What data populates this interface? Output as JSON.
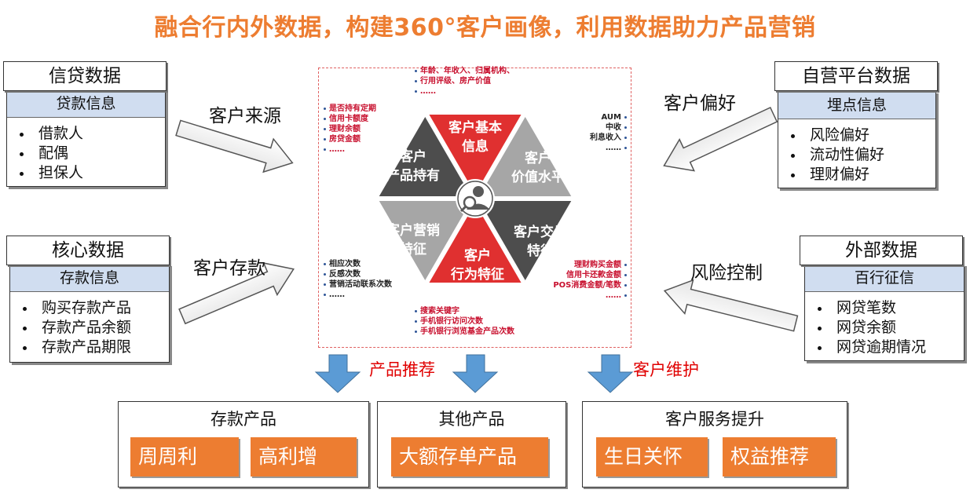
{
  "title": "融合行内外数据，构建360°客户画像，利用数据助力产品营销",
  "sources": {
    "credit": {
      "head": "信贷数据",
      "sub": "贷款信息",
      "items": [
        "借款人",
        "配偶",
        "担保人"
      ]
    },
    "core": {
      "head": "核心数据",
      "sub": "存款信息",
      "items": [
        "购买存款产品",
        "存款产品余额",
        "存款产品期限"
      ]
    },
    "platform": {
      "head": "自营平台数据",
      "sub": "埋点信息",
      "items": [
        "风险偏好",
        "流动性偏好",
        "理财偏好"
      ]
    },
    "external": {
      "head": "外部数据",
      "sub": "百行征信",
      "items": [
        "网贷笔数",
        "网贷余额",
        "网贷逾期情况"
      ]
    }
  },
  "arrows": {
    "source": "客户来源",
    "deposit": "客户存款",
    "preference": "客户偏好",
    "risk": "风险控制"
  },
  "flows": {
    "product_recommend": "产品推荐",
    "customer_maintain": "客户维护"
  },
  "hexagon": {
    "segments": {
      "basic": [
        "客户基本",
        "信息"
      ],
      "value": [
        "客户",
        "价值水平"
      ],
      "transaction": [
        "客户交易",
        "特征"
      ],
      "behavior": [
        "客户",
        "行为特征"
      ],
      "marketing": [
        "客户营销",
        "特征"
      ],
      "holding": [
        "客户",
        "产品持有"
      ]
    },
    "notes": {
      "top": [
        "年龄、年收入、归属机构、",
        "行用评级、房产价值",
        "……"
      ],
      "left_top": [
        "是否持有定期",
        "信用卡额度",
        "理财余额",
        "房贷金额",
        "……"
      ],
      "right_top": [
        "AUM",
        "中收",
        "利息收入",
        "……"
      ],
      "left_bottom": [
        "相应次数",
        "反感次数",
        "营销活动联系次数",
        "……"
      ],
      "right_bottom": [
        "理财购买金额",
        "信用卡还款金额",
        "POS消费金额/笔数",
        "……"
      ],
      "bottom": [
        "搜索关键字",
        "手机银行访问次数",
        "手机银行浏览基金产品次数"
      ]
    },
    "colors": {
      "red": "#E03030",
      "gray": "#A6A6A6",
      "dark": "#4D4D4D"
    }
  },
  "outputs": {
    "deposit": {
      "title": "存款产品",
      "products": [
        "周周利",
        "高利增"
      ]
    },
    "other": {
      "title": "其他产品",
      "products": [
        "大额存单产品"
      ]
    },
    "service": {
      "title": "客户服务提升",
      "products": [
        "生日关怀",
        "权益推荐"
      ]
    }
  },
  "colors": {
    "accent": "#ED7D31",
    "sub_fill": "#D0DDF0",
    "down_arrow": "#5B9BD5",
    "flow_text": "#E00000"
  }
}
